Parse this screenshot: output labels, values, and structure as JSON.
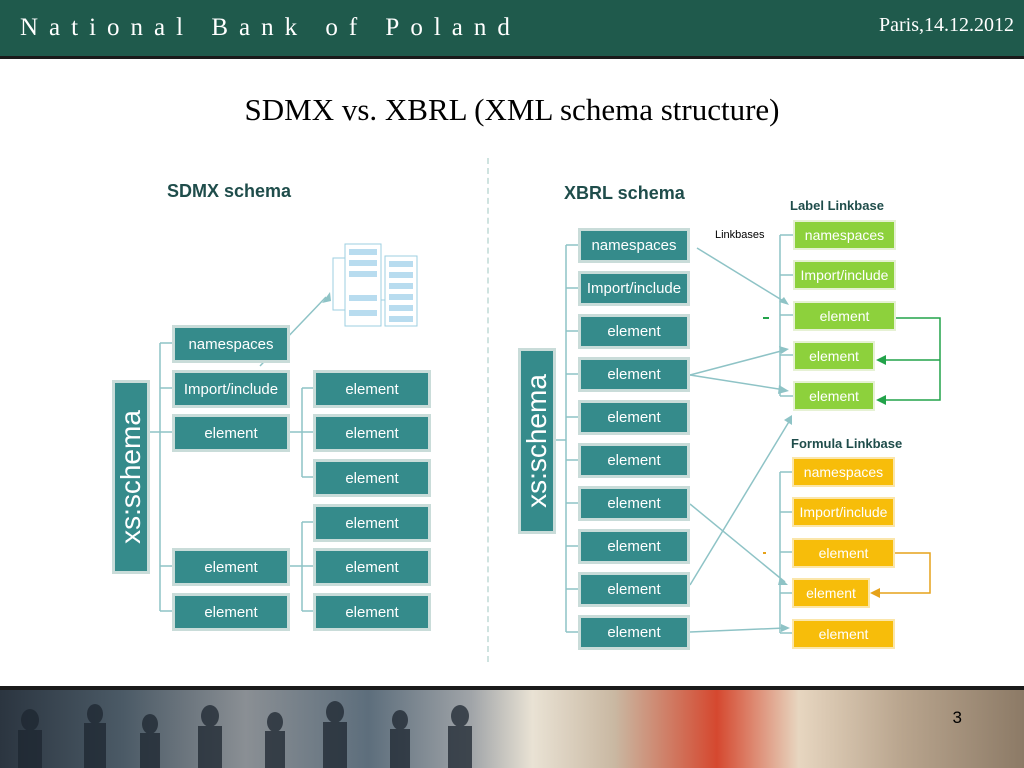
{
  "header": {
    "brand": "National Bank of Poland",
    "place_date": "Paris,14.12.2012"
  },
  "title": "SDMX vs. XBRL (XML schema structure)",
  "sdmx": {
    "heading": "SDMX schema",
    "root": "xs:schema",
    "children": [
      "namespaces",
      "Import/include",
      "element",
      "element",
      "element"
    ],
    "sub_elements": [
      "element",
      "element",
      "element",
      "element",
      "element",
      "element"
    ]
  },
  "xbrl": {
    "heading": "XBRL schema",
    "root": "xs:schema",
    "children": [
      "namespaces",
      "Import/include",
      "element",
      "element",
      "element",
      "element",
      "element",
      "element",
      "element",
      "element"
    ],
    "linkbases_label": "Linkbases",
    "label_linkbase": {
      "heading": "Label Linkbase",
      "items": [
        "namespaces",
        "Import/include",
        "element",
        "element",
        "element"
      ]
    },
    "formula_linkbase": {
      "heading": "Formula Linkbase",
      "items": [
        "namespaces",
        "Import/include",
        "element",
        "element",
        "element"
      ]
    }
  },
  "colors": {
    "header": "#1f5a4c",
    "teal": "#358b8b",
    "label_linkbase": "#8dd13c",
    "formula_linkbase": "#f7bd0a"
  },
  "footer": {
    "page_number": "3"
  }
}
